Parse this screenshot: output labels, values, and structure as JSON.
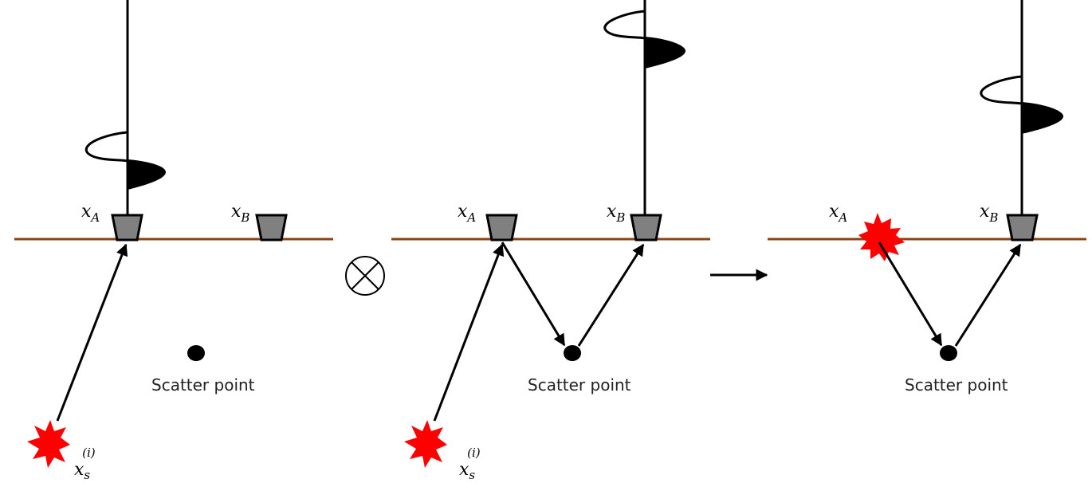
{
  "labels": {
    "receiver_a_main": "x",
    "receiver_a_sub": "A",
    "receiver_b_main": "x",
    "receiver_b_sub": "B",
    "source_main": "x",
    "source_sub": "s",
    "source_sup": "(i)",
    "scatter_caption": "Scatter point"
  },
  "operators": {
    "correlation": "⊗",
    "result": "→"
  },
  "colors": {
    "surface": "#8B4513",
    "receiver_fill": "#808080",
    "source_burst": "#FF0000",
    "ink": "#000000"
  }
}
